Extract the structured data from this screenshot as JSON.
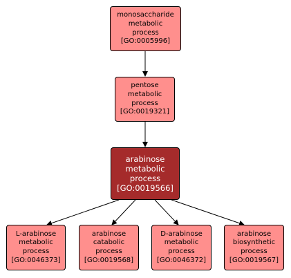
{
  "nodes": {
    "monosaccharide": {
      "label": "monosaccharide\nmetabolic\nprocess\n[GO:0005996]"
    },
    "pentose": {
      "label": "pentose\nmetabolic\nprocess\n[GO:0019321]"
    },
    "arabinose": {
      "label": "arabinose\nmetabolic\nprocess\n[GO:0019566]"
    },
    "l_arabinose": {
      "label": "L-arabinose\nmetabolic\nprocess\n[GO:0046373]"
    },
    "catabolic": {
      "label": "arabinose\ncatabolic\nprocess\n[GO:0019568]"
    },
    "d_arabinose": {
      "label": "D-arabinose\nmetabolic\nprocess\n[GO:0046372]"
    },
    "biosynthetic": {
      "label": "arabinose\nbiosynthetic\nprocess\n[GO:0019567]"
    }
  },
  "colors": {
    "node_fill": "#ff8f8d",
    "focus_fill": "#a52b2b",
    "edge": "#000000"
  }
}
